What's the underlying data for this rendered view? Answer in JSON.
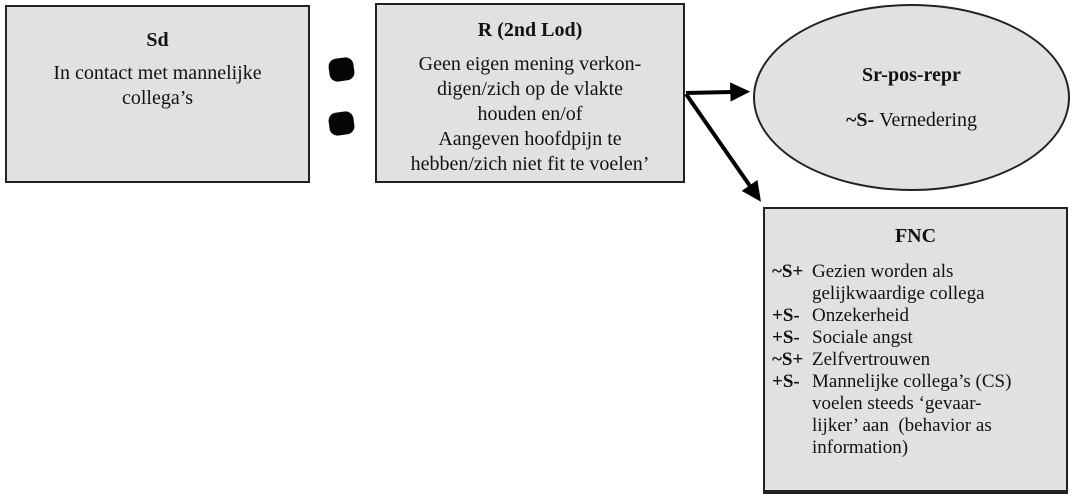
{
  "diagram": {
    "sd_box": {
      "title": "Sd",
      "body": "In contact met mannelijke\ncollega’s"
    },
    "separator": {
      "type": "colon-dots",
      "dot_count": 2,
      "color": "#000000"
    },
    "r_box": {
      "title": "R (2nd Lod)",
      "body": "Geen eigen mening verkon-\ndigen/zich op de vlakte\nhouden en/of\nAangeven hoofdpijn te\nhebben/zich niet fit te voelen’"
    },
    "ellipse": {
      "title": "Sr-pos-repr",
      "prefix": "~S-",
      "body": "Vernedering"
    },
    "fnc_box": {
      "title": "FNC",
      "items": [
        {
          "prefix": "~S+",
          "text": "Gezien worden als\ngelijkwaardige collega"
        },
        {
          "prefix": "+S-",
          "text": "Onzekerheid"
        },
        {
          "prefix": "+S-",
          "text": "Sociale angst"
        },
        {
          "prefix": "~S+",
          "text": "Zelfvertrouwen"
        },
        {
          "prefix": "+S-",
          "text": "Mannelijke collega’s (CS)\nvoelen steeds ‘gevaar-\nlijker’ aan  (behavior as\ninformation)"
        }
      ]
    },
    "connections": [
      {
        "from": "R (2nd Lod)",
        "to": "Sr-pos-repr",
        "style": "arrow"
      },
      {
        "from": "R (2nd Lod)",
        "to": "FNC",
        "style": "arrow"
      }
    ],
    "colors": {
      "node_fill": "#e1e1e1",
      "node_border": "#222222",
      "arrow": "#000000",
      "background": "#ffffff"
    }
  }
}
